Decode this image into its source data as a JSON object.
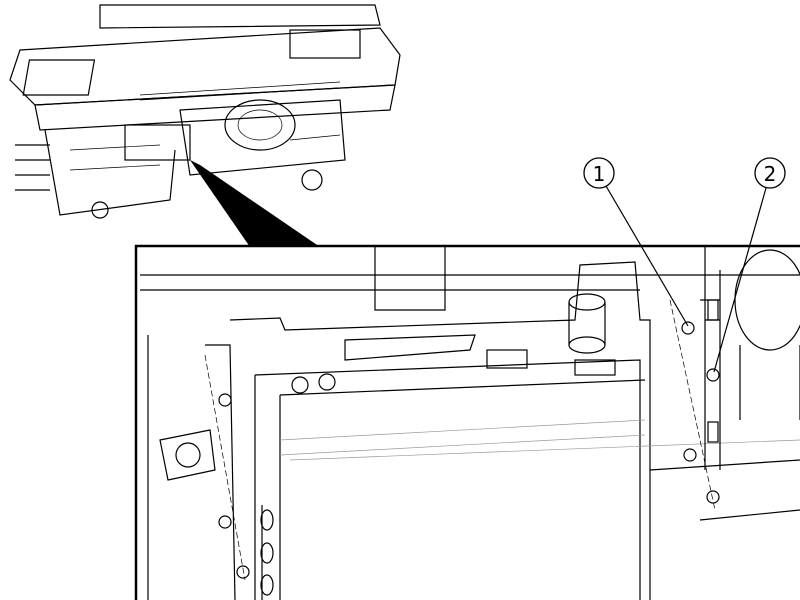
{
  "figure": {
    "callouts": [
      {
        "label": "1",
        "target": "screw"
      },
      {
        "label": "2",
        "target": "screw-with-washer"
      }
    ]
  }
}
